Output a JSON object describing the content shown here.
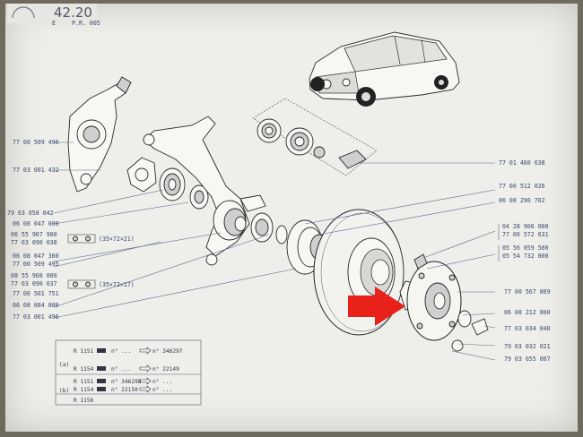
{
  "header": {
    "number": "42.20",
    "small_left": "E",
    "small_right": "P.R. 005"
  },
  "part_numbers_left": [
    {
      "id": "pn-l1",
      "text": "77 00 509 496"
    },
    {
      "id": "pn-l2",
      "text": "77 03 001 432"
    },
    {
      "id": "pn-l3",
      "text": "79 03 058 042"
    },
    {
      "id": "pn-l4",
      "text": "06 08 047 000"
    },
    {
      "id": "pn-l5",
      "text": "06 55 967 900"
    },
    {
      "id": "pn-l6",
      "text": "77 03 090 038"
    },
    {
      "id": "pn-l7",
      "text": "06 08 047 300"
    },
    {
      "id": "pn-l8",
      "text": "77 00 509 495"
    },
    {
      "id": "pn-l9",
      "text": "08 55 968 000"
    },
    {
      "id": "pn-l10",
      "text": "77 03 090 037"
    },
    {
      "id": "pn-l11",
      "text": "77 00 501 751"
    },
    {
      "id": "pn-l12",
      "text": "06 08 084 800"
    },
    {
      "id": "pn-l13",
      "text": "77 03 001 496"
    }
  ],
  "part_numbers_right": [
    {
      "id": "pn-r1",
      "text": "77 01 460 638"
    },
    {
      "id": "pn-r2",
      "text": "77 00 512 026"
    },
    {
      "id": "pn-r3",
      "text": "06 08 290 702"
    },
    {
      "id": "pn-r4",
      "text": "04 28 906 000"
    },
    {
      "id": "pn-r5",
      "text": "77 00 572 631"
    },
    {
      "id": "pn-r6",
      "text": "05 56 059 500"
    },
    {
      "id": "pn-r7",
      "text": "05 54 732 800"
    },
    {
      "id": "pn-r8",
      "text": "77 00 567 869"
    },
    {
      "id": "pn-r9",
      "text": "06 08 212 800"
    },
    {
      "id": "pn-r10",
      "text": "77 03 034 040"
    },
    {
      "id": "pn-r11",
      "text": "79 03 032 021"
    },
    {
      "id": "pn-r12",
      "text": "79 03 055 007"
    }
  ],
  "dimension_labels": [
    {
      "id": "dim-1",
      "text": "(35×72×21)"
    },
    {
      "id": "dim-2",
      "text": "(35×72×17)"
    }
  ],
  "applicability_table": {
    "rows": [
      {
        "group": "(a)",
        "model": "R 1151",
        "n1": "n° ...",
        "n2": "n° 346297"
      },
      {
        "group": "",
        "model": "R 1154",
        "n1": "n° ...",
        "n2": "n° 22149"
      },
      {
        "group": "",
        "model": "R 1151",
        "n1": "n° 346298",
        "n2": "n° ..."
      },
      {
        "group": "(b)",
        "model": "R 1154",
        "n1": "n° 22150",
        "n2": "n° ..."
      },
      {
        "group": "",
        "model": "R 1156",
        "n1": "",
        "n2": ""
      }
    ]
  },
  "colors": {
    "arrow": "#e8211a",
    "ink": "#2a2a2a",
    "leader": "#5a6a88",
    "paper": "#eeeeea"
  },
  "icons": {
    "pointer": "red-arrow-icon",
    "car": "car-illustration-icon"
  }
}
